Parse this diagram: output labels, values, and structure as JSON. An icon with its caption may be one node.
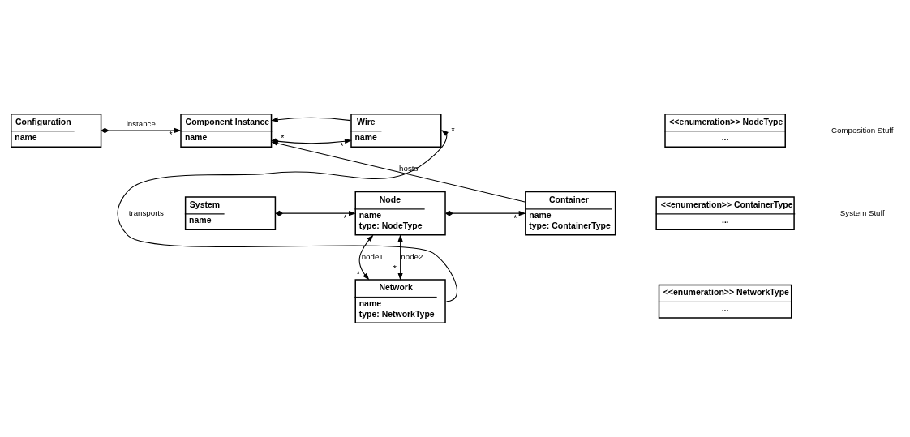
{
  "diagram": {
    "nodes": [
      {
        "text": [
          "Configuration",
          "name"
        ]
      },
      {
        "text": [
          "Component Instance",
          "name"
        ]
      },
      {
        "text": [
          "Wire",
          "name"
        ]
      },
      {
        "text": [
          "<<enumeration>> NodeType",
          "..."
        ]
      },
      {
        "text": [
          "System",
          "name"
        ]
      },
      {
        "text": [
          "Node",
          "name",
          "type: NodeType"
        ]
      },
      {
        "text": [
          "Container",
          "name",
          "type: ContainerType"
        ]
      },
      {
        "text": [
          "<<enumeration>> ContainerType",
          "..."
        ]
      },
      {
        "text": [
          "Network",
          "name",
          "type: NetworkType"
        ]
      },
      {
        "text": [
          "<<enumeration>> NetworkType",
          "..."
        ]
      }
    ],
    "edges": [
      {
        "from": 0,
        "to": 1,
        "arrow": "to",
        "label": "instance"
      },
      {
        "from": 1,
        "to": 2,
        "arrow": "to"
      },
      {
        "from": 2,
        "to": 1,
        "arrow": "to"
      },
      {
        "from": 4,
        "to": 5,
        "arrow": "to"
      },
      {
        "from": 5,
        "to": 6,
        "arrow": "to"
      },
      {
        "from": 6,
        "to": 1,
        "arrow": "to",
        "label": "hosts"
      },
      {
        "from": 5,
        "to": 8,
        "arrow": "both",
        "label": "node1"
      },
      {
        "from": 5,
        "to": 8,
        "arrow": "both",
        "label": "node2"
      },
      {
        "from": 8,
        "to": 2,
        "arrow": "to",
        "label": "transports"
      }
    ],
    "labels": [
      "Composition Stuff",
      "System Stuff",
      "*",
      "*",
      "*",
      "*",
      "*",
      "*",
      "*",
      "*"
    ]
  }
}
